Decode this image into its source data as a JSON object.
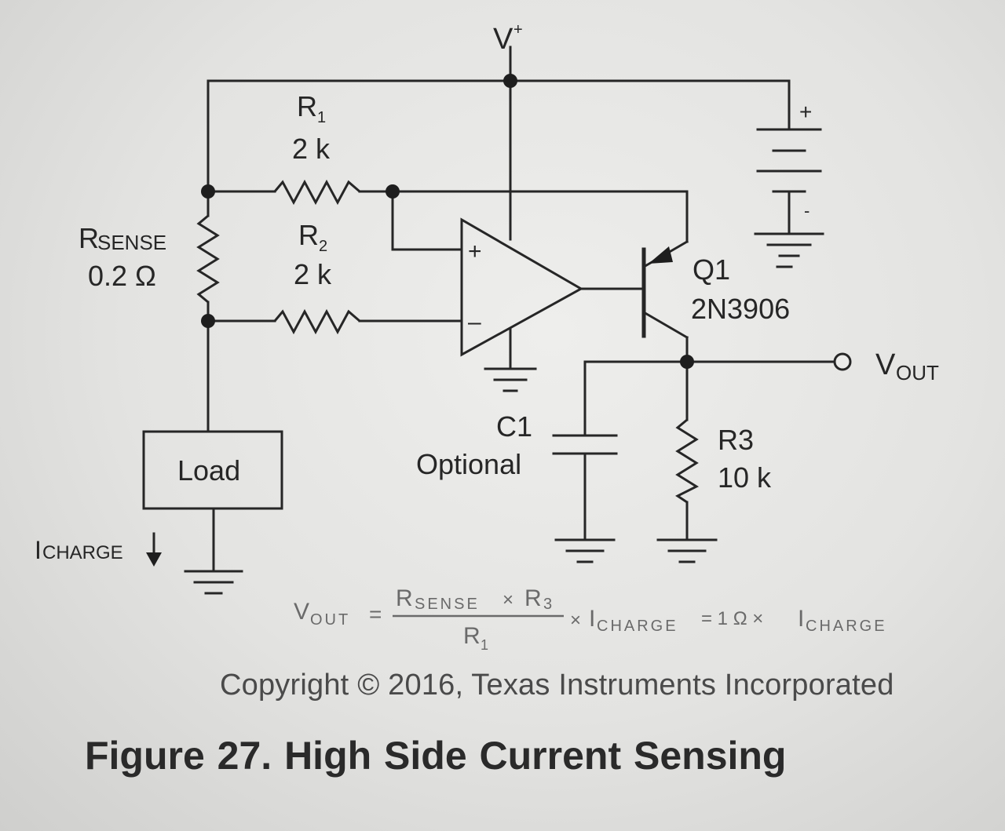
{
  "diagram": {
    "supply_label": "V",
    "supply_sup": "+",
    "battery": {
      "plus": "+",
      "minus": "-"
    },
    "r1": {
      "name": "R",
      "sub": "1",
      "value": "2 k"
    },
    "r2": {
      "name": "R",
      "sub": "2",
      "value": "2 k"
    },
    "rsense": {
      "name": "R",
      "sub": "SENSE",
      "value": "0.2 Ω"
    },
    "opamp": {
      "plus": "+",
      "minus": "–"
    },
    "q1": {
      "name": "Q1",
      "part": "2N3906"
    },
    "vout": {
      "name": "V",
      "sub": "OUT"
    },
    "c1": {
      "name": "C1",
      "note": "Optional"
    },
    "r3": {
      "name": "R3",
      "value": "10 k"
    },
    "load": "Load",
    "icharge": {
      "name": "I",
      "sub": "CHARGE"
    }
  },
  "equation": {
    "lhs_main": "V",
    "lhs_sub": "OUT",
    "eq1": "=",
    "num_a": "R",
    "num_a_sub": "SENSE",
    "times1": "×",
    "num_b": "R",
    "num_b_sub": "3",
    "den": "R",
    "den_sub": "1",
    "times2": "×",
    "i1": "I",
    "i1_sub": "CHARGE",
    "eq2": "= 1 Ω ×",
    "i2": "I",
    "i2_sub": "CHARGE"
  },
  "copyright": "Copyright © 2016, Texas Instruments Incorporated",
  "caption": "Figure 27.  High Side Current Sensing"
}
